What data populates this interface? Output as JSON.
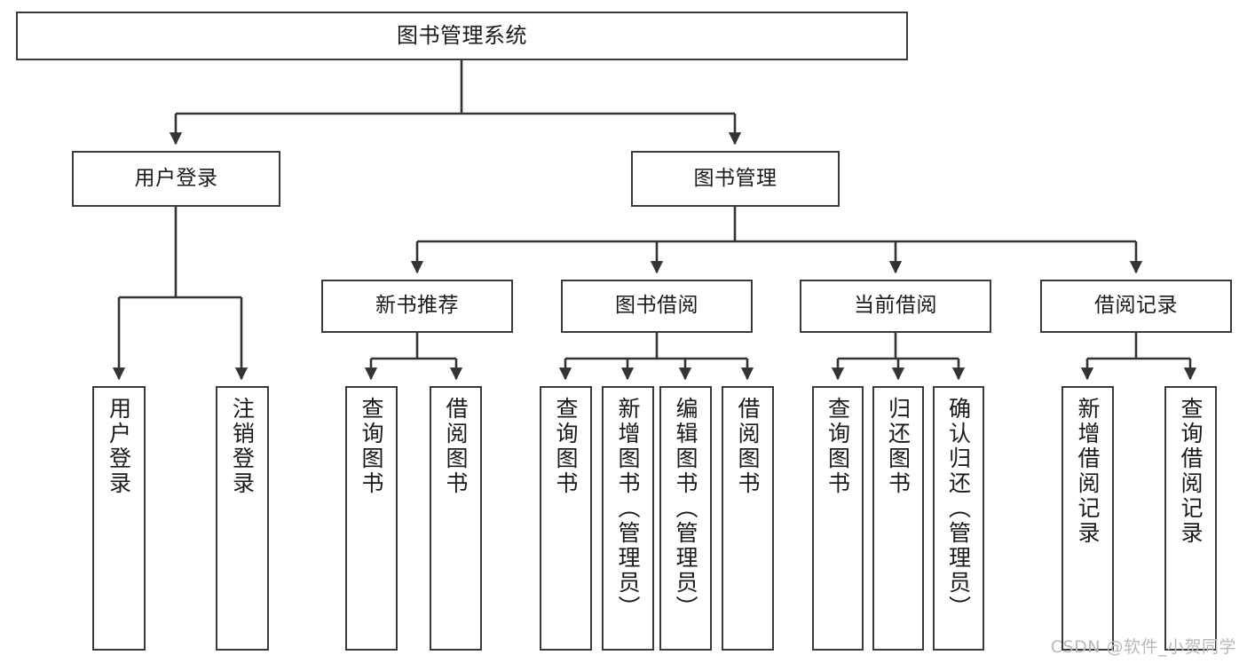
{
  "diagram": {
    "title": "图书管理系统",
    "watermark": "CSDN @软件_小贺同学",
    "colors": {
      "box_border": "#3a3a3a",
      "box_fill": "#ffffff",
      "edge": "#333333",
      "text": "#1a1a1a",
      "watermark": "#b9b9b9",
      "background": "#ffffff"
    },
    "levels": {
      "root": "图书管理系统",
      "level2": [
        "用户登录",
        "图书管理"
      ],
      "level3": [
        "新书推荐",
        "图书借阅",
        "当前借阅",
        "借阅记录"
      ]
    },
    "nodes": {
      "root": {
        "label": "图书管理系统"
      },
      "user_login": {
        "label": "用户登录"
      },
      "book_manage": {
        "label": "图书管理"
      },
      "new_book_rec": {
        "label": "新书推荐"
      },
      "book_borrow": {
        "label": "图书借阅"
      },
      "current_borrow": {
        "label": "当前借阅"
      },
      "borrow_record": {
        "label": "借阅记录"
      },
      "leaf_user_login": {
        "label": "用户登录"
      },
      "leaf_logout": {
        "label": "注销登录"
      },
      "leaf_query_book_1": {
        "label": "查询图书"
      },
      "leaf_borrow_book_1": {
        "label": "借阅图书"
      },
      "leaf_query_book_2": {
        "label": "查询图书"
      },
      "leaf_add_book": {
        "label": "新增图书（管理员）"
      },
      "leaf_edit_book": {
        "label": "编辑图书（管理员）"
      },
      "leaf_borrow_book_2": {
        "label": "借阅图书"
      },
      "leaf_query_book_3": {
        "label": "查询图书"
      },
      "leaf_return_book": {
        "label": "归还图书"
      },
      "leaf_confirm_return": {
        "label": "确认归还（管理员）"
      },
      "leaf_add_record": {
        "label": "新增借阅记录"
      },
      "leaf_query_record": {
        "label": "查询借阅记录"
      }
    },
    "tree": {
      "name": "图书管理系统",
      "children": [
        {
          "name": "用户登录",
          "children": [
            {
              "name": "用户登录"
            },
            {
              "name": "注销登录"
            }
          ]
        },
        {
          "name": "图书管理",
          "children": [
            {
              "name": "新书推荐",
              "children": [
                {
                  "name": "查询图书"
                },
                {
                  "name": "借阅图书"
                }
              ]
            },
            {
              "name": "图书借阅",
              "children": [
                {
                  "name": "查询图书"
                },
                {
                  "name": "新增图书（管理员）"
                },
                {
                  "name": "编辑图书（管理员）"
                },
                {
                  "name": "借阅图书"
                }
              ]
            },
            {
              "name": "当前借阅",
              "children": [
                {
                  "name": "查询图书"
                },
                {
                  "name": "归还图书"
                },
                {
                  "name": "确认归还（管理员）"
                }
              ]
            },
            {
              "name": "借阅记录",
              "children": [
                {
                  "name": "新增借阅记录"
                },
                {
                  "name": "查询借阅记录"
                }
              ]
            }
          ]
        }
      ]
    }
  }
}
